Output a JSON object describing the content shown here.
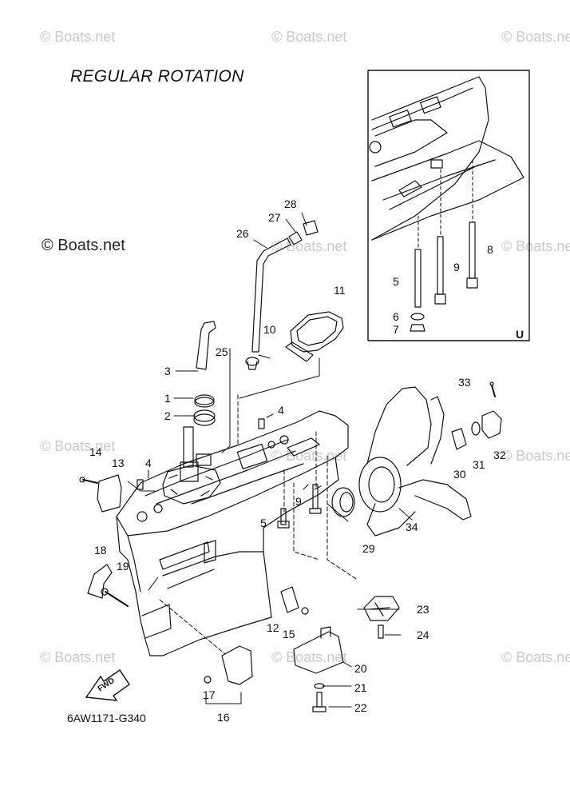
{
  "diagram": {
    "title": "REGULAR ROTATION",
    "part_code": "6AW1171-G340",
    "inset_label": "U",
    "fwd_label": "FWD",
    "watermark": "© Boats.net",
    "watermark_main": "© Boats.net",
    "callouts": [
      "1",
      "2",
      "3",
      "4",
      "4",
      "5",
      "5",
      "6",
      "7",
      "8",
      "9",
      "9",
      "10",
      "11",
      "12",
      "13",
      "14",
      "15",
      "16",
      "17",
      "18",
      "19",
      "20",
      "21",
      "22",
      "23",
      "24",
      "25",
      "26",
      "27",
      "28",
      "29",
      "30",
      "31",
      "32",
      "33",
      "34"
    ]
  }
}
